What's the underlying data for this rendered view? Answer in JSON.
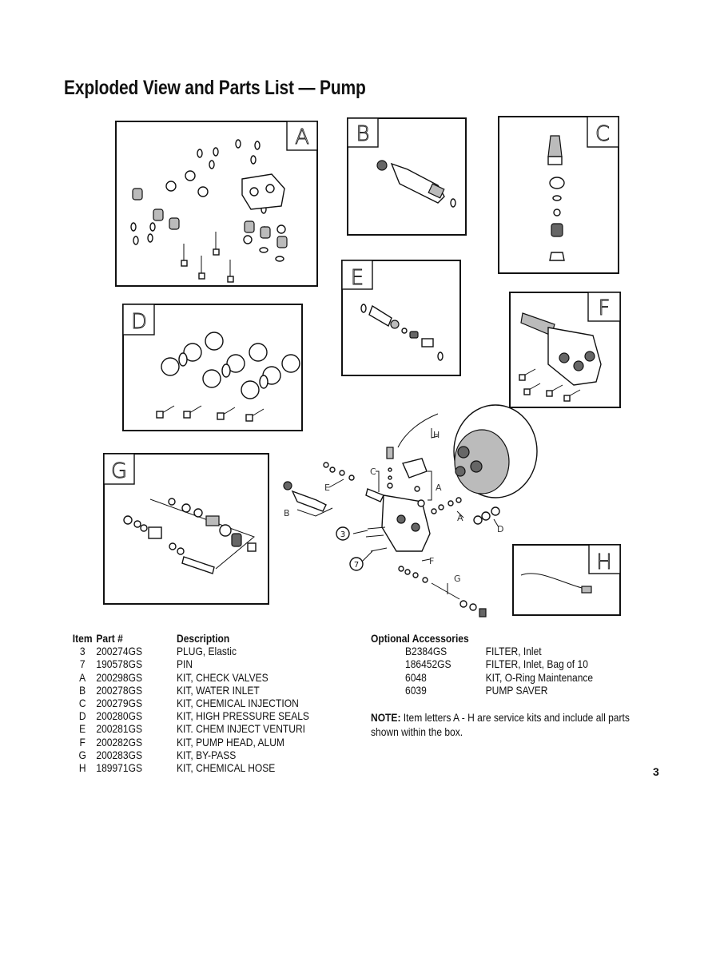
{
  "page": {
    "title": "Exploded View and Parts List — Pump",
    "page_number": "3"
  },
  "diagram": {
    "kit_tags": [
      "A",
      "B",
      "C",
      "D",
      "E",
      "F",
      "G",
      "H"
    ],
    "callout_numbers": [
      "3",
      "7"
    ]
  },
  "parts_list": {
    "headers": {
      "item": "Item",
      "part": "Part #",
      "description": "Description"
    },
    "rows": [
      {
        "item": "3",
        "part": "200274GS",
        "description": "PLUG, Elastic"
      },
      {
        "item": "7",
        "part": "190578GS",
        "description": "PIN"
      },
      {
        "item": "A",
        "part": "200298GS",
        "description": "KIT, CHECK VALVES"
      },
      {
        "item": "B",
        "part": "200278GS",
        "description": "KIT, WATER INLET"
      },
      {
        "item": "C",
        "part": "200279GS",
        "description": "KIT, CHEMICAL INJECTION"
      },
      {
        "item": "D",
        "part": "200280GS",
        "description": "KIT,  HIGH PRESSURE SEALS"
      },
      {
        "item": "E",
        "part": "200281GS",
        "description": "KIT. CHEM INJECT VENTURI"
      },
      {
        "item": "F",
        "part": "200282GS",
        "description": "KIT, PUMP HEAD, ALUM"
      },
      {
        "item": "G",
        "part": "200283GS",
        "description": "KIT, BY-PASS"
      },
      {
        "item": "H",
        "part": "189971GS",
        "description": "KIT, CHEMICAL HOSE"
      }
    ]
  },
  "accessories": {
    "heading": "Optional Accessories",
    "rows": [
      {
        "part": "B2384GS",
        "description": "FILTER, Inlet"
      },
      {
        "part": "186452GS",
        "description": "FILTER, Inlet, Bag of 10"
      },
      {
        "part": "6048",
        "description": "KIT, O-Ring Maintenance"
      },
      {
        "part": "6039",
        "description": "PUMP SAVER"
      }
    ]
  },
  "note": {
    "label": "NOTE:",
    "text": " Item letters A - H are service kits and include all parts shown within the box."
  }
}
